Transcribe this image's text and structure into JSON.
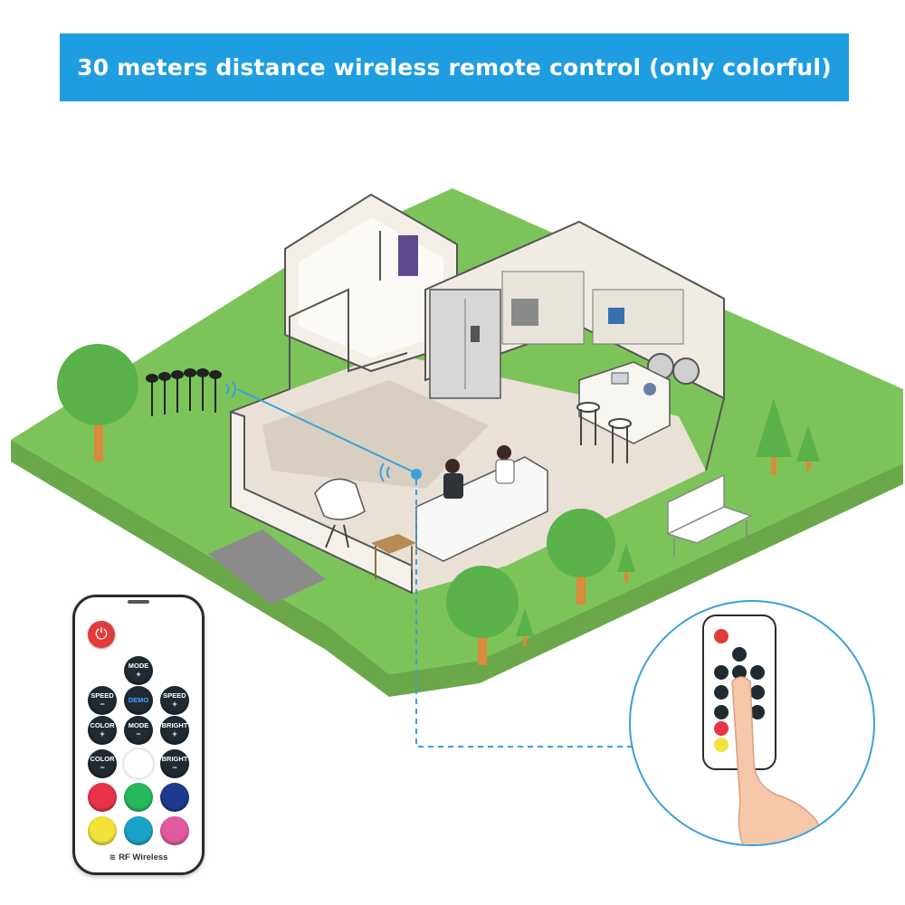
{
  "header": {
    "title": "30 meters distance wireless remote control (only colorful)",
    "background_color": "#1e9ee0"
  },
  "remote": {
    "power_icon": "power-icon",
    "buttons": {
      "mode_plus": "MODE",
      "speed_minus": "SPEED",
      "demo": "DEMO",
      "speed_plus": "SPEED",
      "color_plus": "COLOR",
      "mode_minus": "MODE",
      "bright_plus": "BRIGHT",
      "color_minus": "COLOR",
      "bright_minus": "BRIGHT"
    },
    "color_buttons": [
      "#e8334a",
      "#27b85c",
      "#1d3a8f",
      "#f2e23a",
      "#1aa3c7",
      "#e25aa0"
    ],
    "footer_label": "RF Wireless"
  },
  "inset": {
    "description_icon": "finger-pressing-remote-icon"
  },
  "colors": {
    "lawn": "#7cc45a",
    "signal_line": "#3aa0d8"
  }
}
